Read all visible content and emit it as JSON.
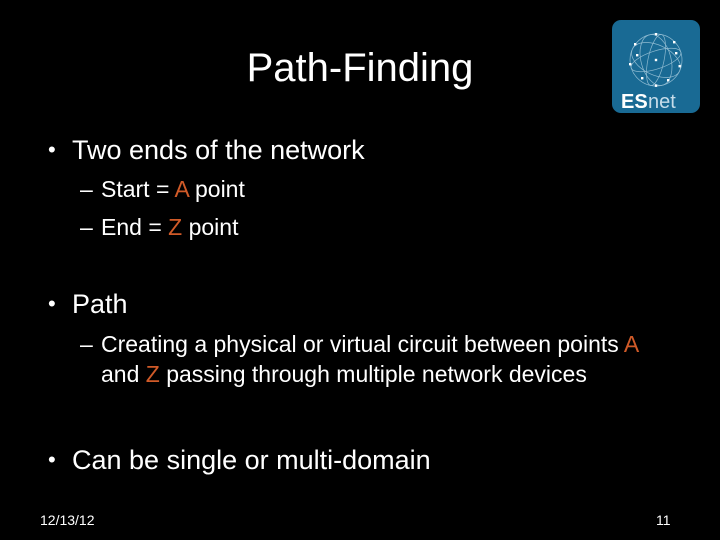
{
  "slide": {
    "title": "Path-Finding",
    "markers": {
      "bullet": "•",
      "dash": "–"
    },
    "colors": {
      "background": "#000000",
      "text": "#ffffff",
      "accent": "#d05a28",
      "logo_bg": "#196a94"
    },
    "logo": {
      "name": "ESnet",
      "text_bold": "ES",
      "text_light": "net"
    },
    "bullets": {
      "b1": {
        "label": "Two ends of the network",
        "sub1": {
          "pre": "Start = ",
          "accent": "A",
          "post": " point"
        },
        "sub2": {
          "pre": "End = ",
          "accent": "Z",
          "post": " point"
        }
      },
      "b2": {
        "label": "Path",
        "para": {
          "pre": "Creating a physical or virtual circuit between points ",
          "accent1": "A",
          "mid": " and ",
          "accent2": "Z",
          "post": " passing through multiple network devices"
        }
      },
      "b3": {
        "label": "Can be single or multi-domain"
      }
    },
    "footer": {
      "date": "12/13/12",
      "page_number": "11"
    }
  }
}
